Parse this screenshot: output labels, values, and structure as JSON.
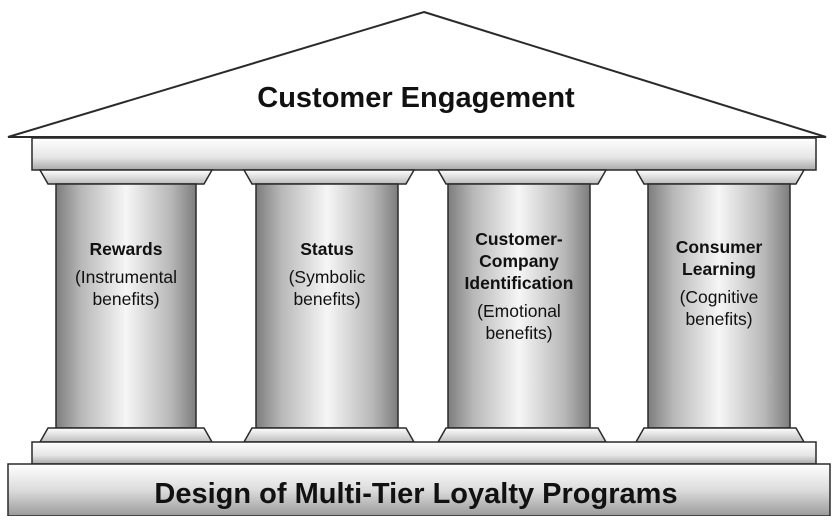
{
  "roof": {
    "title": "Customer Engagement"
  },
  "base": {
    "title": "Design of Multi-Tier Loyalty Programs"
  },
  "pillars": [
    {
      "title": "Rewards",
      "subtitle": "(Instrumental\nbenefits)"
    },
    {
      "title": "Status",
      "subtitle": "(Symbolic\nbenefits)"
    },
    {
      "title": "Customer-\nCompany\nIdentification",
      "subtitle": "(Emotional\nbenefits)"
    },
    {
      "title": "Consumer\nLearning",
      "subtitle": "(Cognitive\nbenefits)"
    }
  ],
  "colors": {
    "stroke": "#2a2a2a",
    "fill_light": "#f2f2f2",
    "fill_dark": "#8a8a8a",
    "text": "#111111"
  }
}
